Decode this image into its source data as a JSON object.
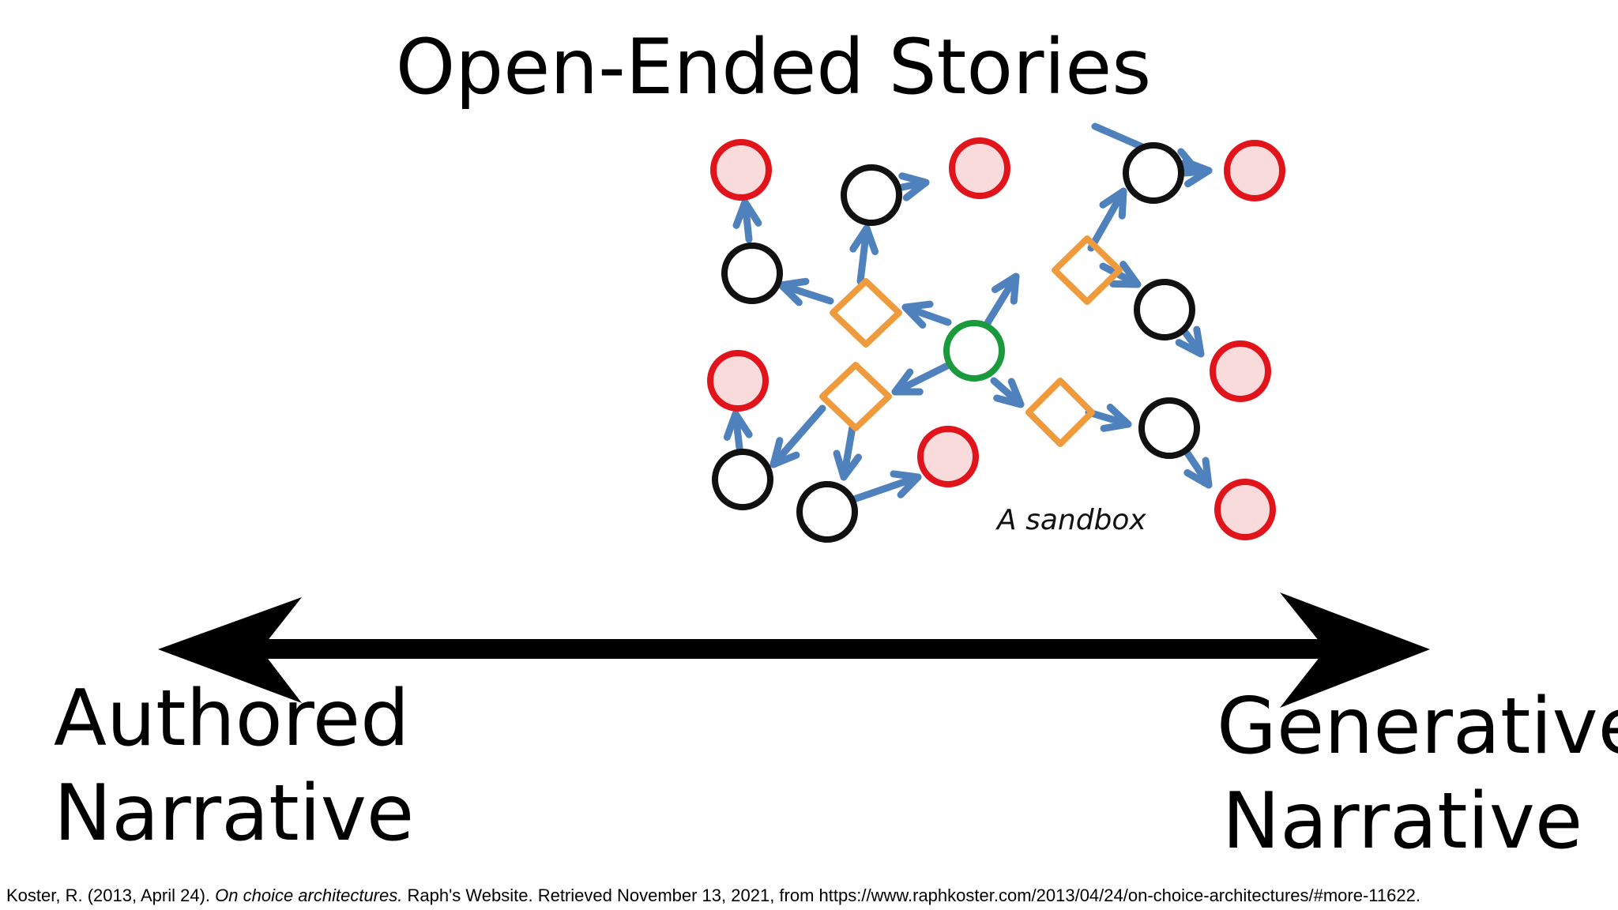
{
  "slide": {
    "title": "Open-Ended Stories"
  },
  "spectrum": {
    "left_label": [
      "Authored",
      "Narrative"
    ],
    "right_label": [
      "Generative",
      "Narrative"
    ]
  },
  "diagram": {
    "caption": "A sandbox",
    "colors": {
      "arrow": "#4f81bd",
      "start_node": "#1a9a3c",
      "choice_node": "#f09a3e",
      "plain_node": "#111111",
      "ending_node": "#e0141a",
      "ending_fill": "#fadbdc",
      "axis": "#000000"
    }
  },
  "citation": {
    "part1": "Koster, R. (2013, April 24). ",
    "title": "On choice architectures.",
    "part2": " Raph's Website. Retrieved November 13, 2021, from https://www.raphkoster.com/2013/04/24/on-choice-architectures/#more-11622."
  }
}
